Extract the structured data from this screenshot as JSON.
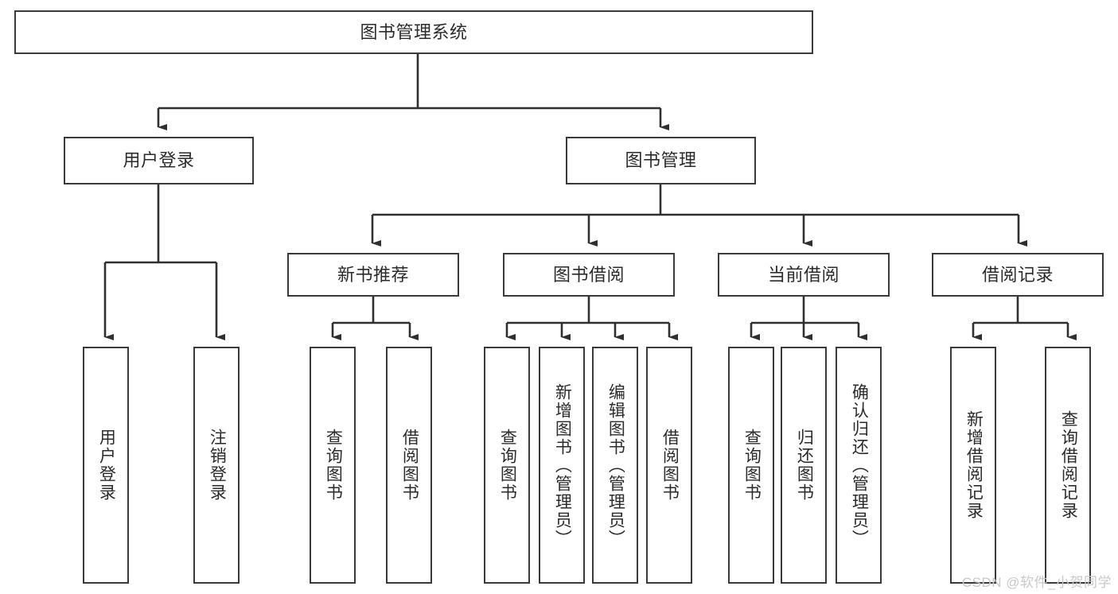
{
  "diagram": {
    "type": "tree-hierarchy",
    "title": "图书管理系统",
    "watermark": "CSDN @软件_小贺同学",
    "colors": {
      "box_border": "#3a3a3a",
      "box_fill": "#ffffff",
      "connector": "#2f2f2f",
      "text": "#2b2b2b",
      "watermark": "#c9c9c9"
    },
    "root": {
      "label": "图书管理系统",
      "orientation": "horizontal"
    },
    "level2": [
      {
        "label": "用户登录",
        "orientation": "horizontal"
      },
      {
        "label": "图书管理",
        "orientation": "horizontal"
      }
    ],
    "level3": [
      {
        "label": "新书推荐",
        "orientation": "horizontal",
        "parent": "图书管理"
      },
      {
        "label": "图书借阅",
        "orientation": "horizontal",
        "parent": "图书管理"
      },
      {
        "label": "当前借阅",
        "orientation": "horizontal",
        "parent": "图书管理"
      },
      {
        "label": "借阅记录",
        "orientation": "horizontal",
        "parent": "图书管理"
      }
    ],
    "leaves": {
      "用户登录": [
        {
          "label": "用户登录",
          "orientation": "vertical"
        },
        {
          "label": "注销登录",
          "orientation": "vertical"
        }
      ],
      "新书推荐": [
        {
          "label": "查询图书",
          "orientation": "vertical"
        },
        {
          "label": "借阅图书",
          "orientation": "vertical"
        }
      ],
      "图书借阅": [
        {
          "label": "查询图书",
          "orientation": "vertical"
        },
        {
          "label": "新增图书（管理员）",
          "orientation": "vertical"
        },
        {
          "label": "编辑图书（管理员）",
          "orientation": "vertical"
        },
        {
          "label": "借阅图书",
          "orientation": "vertical"
        }
      ],
      "当前借阅": [
        {
          "label": "查询图书",
          "orientation": "vertical"
        },
        {
          "label": "归还图书",
          "orientation": "vertical"
        },
        {
          "label": "确认归还（管理员）",
          "orientation": "vertical"
        }
      ],
      "借阅记录": [
        {
          "label": "新增借阅记录",
          "orientation": "vertical"
        },
        {
          "label": "查询借阅记录",
          "orientation": "vertical"
        }
      ]
    }
  }
}
